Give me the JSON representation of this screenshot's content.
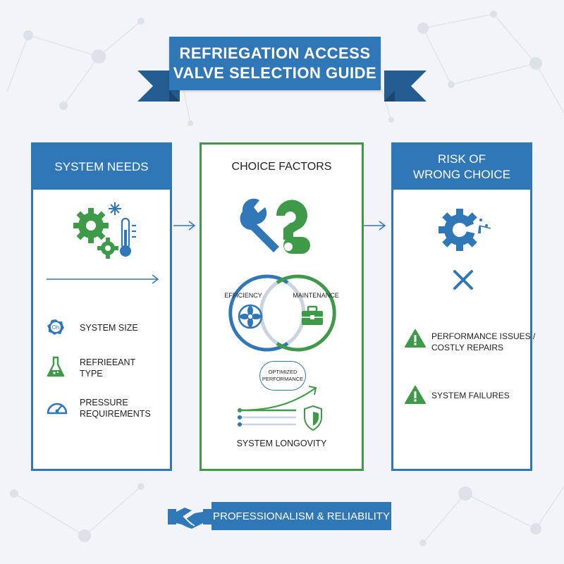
{
  "title": {
    "line1": "REFRIEGATION ACCESS",
    "line2": "VALVE SELECTION GUIDE"
  },
  "panels": {
    "system_needs": {
      "header": "SYSTEM NEEDS",
      "items": [
        {
          "icon": "gauge-oh-icon",
          "icon_text": "Oh",
          "label": "SYSTEM SIZE"
        },
        {
          "icon": "flask-icon",
          "label_line1": "REFRIEEANT",
          "label_line2": "TYPE"
        },
        {
          "icon": "pressure-gauge-icon",
          "label_line1": "PRESSURE",
          "label_line2": "REQUIREMENTS"
        }
      ]
    },
    "choice_factors": {
      "header": "CHOICE FACTORS",
      "efficiency_label": "EFFICIENCY",
      "maintenance_label": "MAINTENANCE",
      "optimized_line1": "OPTIMIZED",
      "optimized_line2": "PERFORMANCE",
      "longevity_label": "SYSTEM LONGOVITY"
    },
    "risk": {
      "header_line1": "RISK OF",
      "header_line2": "WRONG CHOICE",
      "items": [
        {
          "icon": "warning-icon",
          "label_line1": "PERFORMANCE ISSUES /",
          "label_line2": "COSTLY REPAIRS"
        },
        {
          "icon": "warning-icon",
          "label_line1": "SYSTEM FAILURES"
        }
      ]
    }
  },
  "footer": {
    "label": "PROFESSIONALISM & RELIABILITY",
    "icon": "handshake-icon"
  },
  "colors": {
    "blue": "#2f77b7",
    "green": "#3e9a48",
    "background": "#f2f4f7"
  }
}
